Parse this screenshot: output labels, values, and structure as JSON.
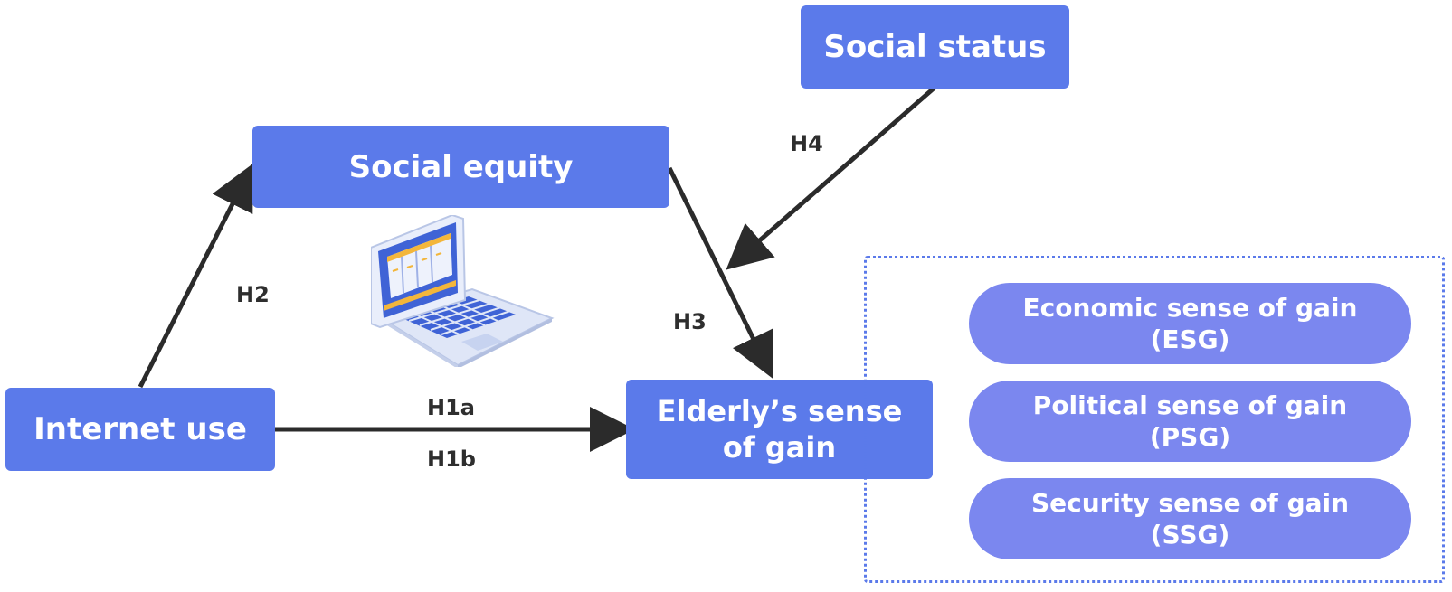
{
  "nodes": {
    "social_status": "Social status",
    "social_equity": "Social equity",
    "internet_use": "Internet use",
    "elderly_gain_line1": "Elderly’s sense",
    "elderly_gain_line2": "of gain"
  },
  "dimensions": [
    {
      "line1": "Economic sense of gain",
      "line2": "(ESG)"
    },
    {
      "line1": "Political sense of gain",
      "line2": "(PSG)"
    },
    {
      "line1": "Security sense of gain",
      "line2": "(SSG)"
    }
  ],
  "hypotheses": {
    "h1a": "H1a",
    "h1b": "H1b",
    "h2": "H2",
    "h3": "H3",
    "h4": "H4"
  },
  "colors": {
    "node": "#5b7aea",
    "dimension": "#7b87ef",
    "arrow": "#2b2b2b",
    "label": "#2e2e2e"
  },
  "icons": {
    "laptop": "laptop-icon"
  }
}
